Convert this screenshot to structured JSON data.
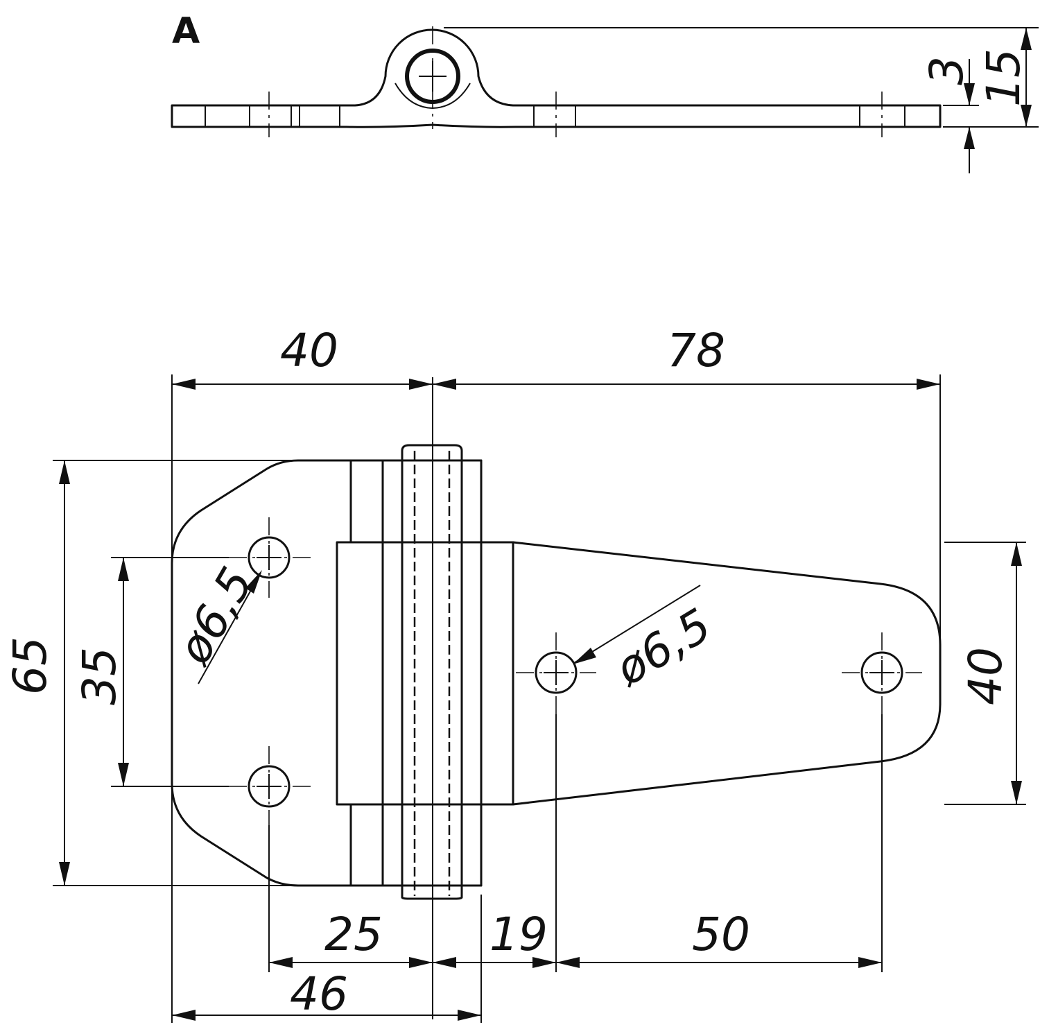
{
  "view_label": "A",
  "dimensions": {
    "side_thickness": "3",
    "side_height": "15",
    "top_left_width": "40",
    "top_right_width": "78",
    "overall_height": "65",
    "hole_spacing_left": "35",
    "right_leaf_height": "40",
    "hole_offset_25": "25",
    "hole_offset_19": "19",
    "hole_spacing_right": "50",
    "left_overall": "46",
    "hole_dia_left": "ø6,5",
    "hole_dia_right": "ø6,5"
  }
}
